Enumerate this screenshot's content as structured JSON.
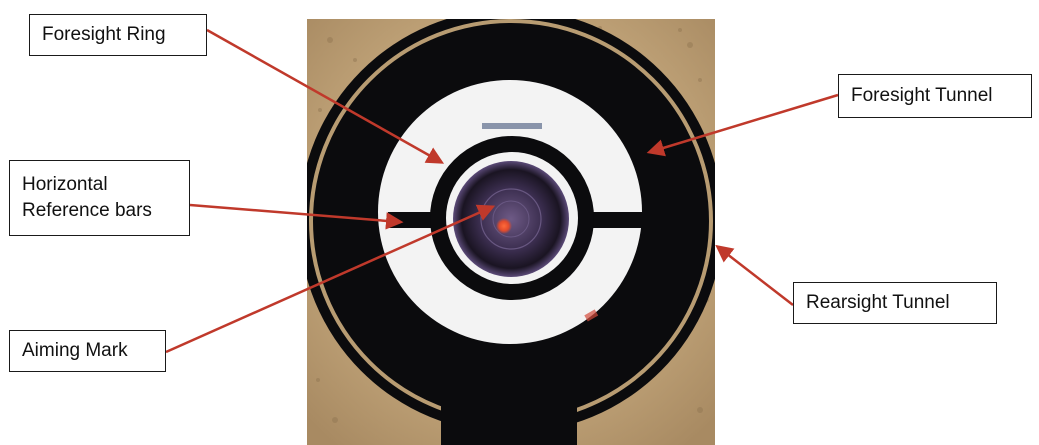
{
  "labels": {
    "foresight_ring": "Foresight Ring",
    "foresight_tunnel": "Foresight Tunnel",
    "horizontal_bars_line1": "Horizontal",
    "horizontal_bars_line2": "Reference bars",
    "rearsight_tunnel": "Rearsight Tunnel",
    "aiming_mark": "Aiming Mark"
  },
  "colors": {
    "arrow": "#c0392b",
    "background_sand": "#c2a57a",
    "tunnel_black": "#0b0b0d",
    "target_white": "#f2f2f2",
    "aiming_mark": "#5b3f78",
    "aiming_dot": "#e24b2c"
  }
}
